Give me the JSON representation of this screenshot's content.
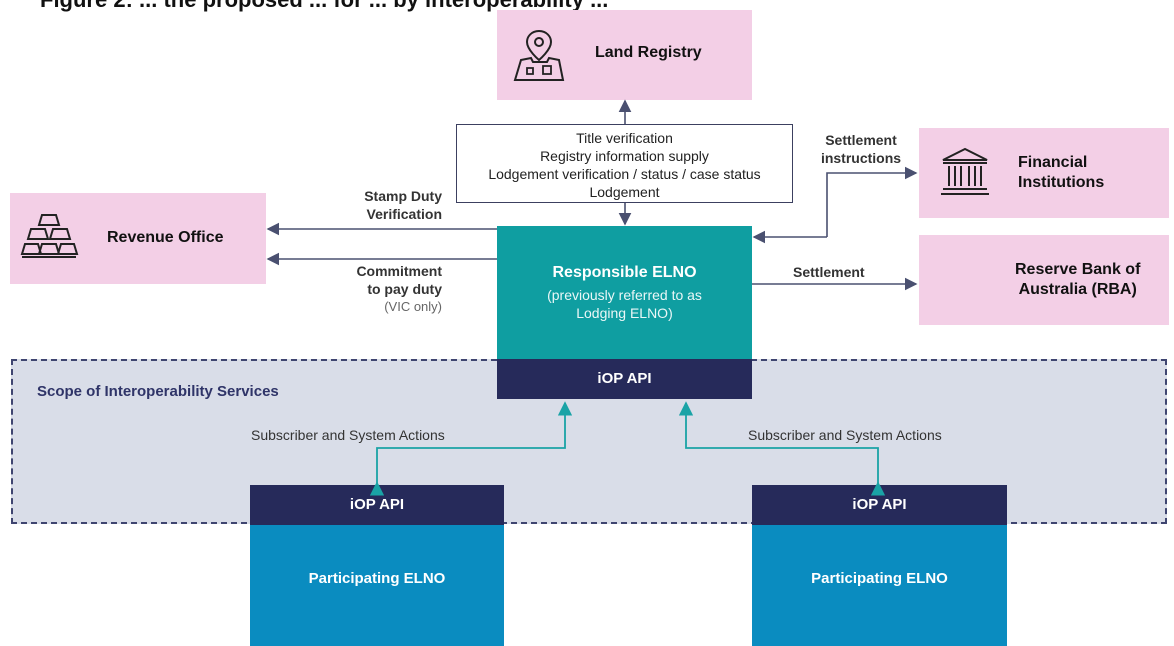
{
  "title": "Figure 2: ... the proposed ... for ... by interoperability ... ",
  "nodes": {
    "land_registry": "Land Registry",
    "revenue_office": "Revenue Office",
    "financial_institutions": [
      "Financial",
      "Institutions"
    ],
    "rba": [
      "Reserve Bank of",
      "Australia (RBA)"
    ],
    "responsible_elno": "Responsible ELNO",
    "responsible_elno_note": [
      "(previously referred to as",
      "Lodging ELNO)"
    ],
    "iop_api": "iOP API",
    "participating_elno": "Participating ELNO"
  },
  "registry_info": [
    "Title verification",
    "Registry information supply",
    "Lodgement  verification / status / case status",
    "Lodgement"
  ],
  "edge_labels": {
    "stamp_duty": [
      "Stamp Duty",
      "Verification"
    ],
    "commitment": [
      "Commitment",
      "to pay duty"
    ],
    "vic_only": "(VIC only)",
    "settlement_instructions": [
      "Settlement",
      "instructions"
    ],
    "settlement": "Settlement",
    "subscriber_actions": "Subscriber and System Actions"
  },
  "scope_label": "Scope of Interoperability Services",
  "colors": {
    "pink": "#f3cfe6",
    "teal": "#0f9ea1",
    "navy": "#262a5a",
    "blue": "#0a8cc0",
    "scope_bg": "#d9dde8",
    "arrow_teal": "#1aa3a6",
    "arrow_gray": "#4a5070"
  },
  "icons": [
    "location-map-icon",
    "gold-bars-icon",
    "bank-building-icon"
  ]
}
